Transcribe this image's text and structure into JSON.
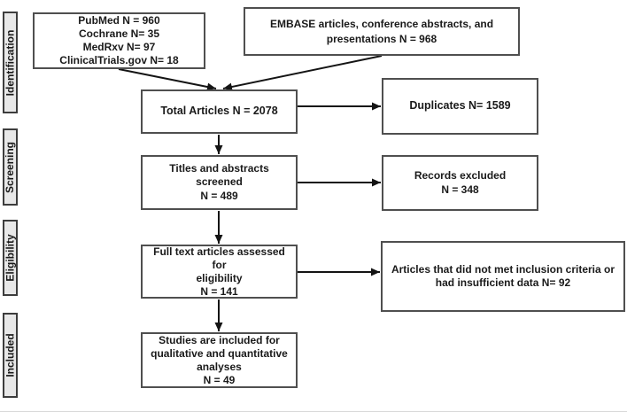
{
  "colors": {
    "box-border": "#4f4f4f",
    "box-fill": "#ffffff",
    "stage-fill": "#e8e8e8",
    "stage-border": "#3d3d3d",
    "arrow": "#141414",
    "text": "#1a1a1a",
    "page-edge": "#d9d9d9"
  },
  "stages": [
    "Identification",
    "Screening",
    "Eligibility",
    "Included"
  ],
  "boxes": {
    "sources": [
      "PubMed N = 960",
      "Cochrane N= 35",
      "MedRxv N= 97",
      "ClinicalTrials.gov N= 18"
    ],
    "embase": [
      "EMBASE articles, conference abstracts, and",
      "presentations N = 968"
    ],
    "total": [
      "Total Articles N = 2078"
    ],
    "duplicates": [
      "Duplicates N= 1589"
    ],
    "screened": [
      "Titles and abstracts screened",
      "N = 489"
    ],
    "records_excluded": [
      "Records excluded",
      "N = 348"
    ],
    "full_text": [
      "Full text articles assessed for",
      "eligibility",
      "N = 141"
    ],
    "not_met": [
      "Articles that did not met inclusion criteria or",
      "had insufficient data N= 92"
    ],
    "included": [
      "Studies are included for",
      "qualitative and quantitative",
      "analyses",
      "N = 49"
    ]
  }
}
